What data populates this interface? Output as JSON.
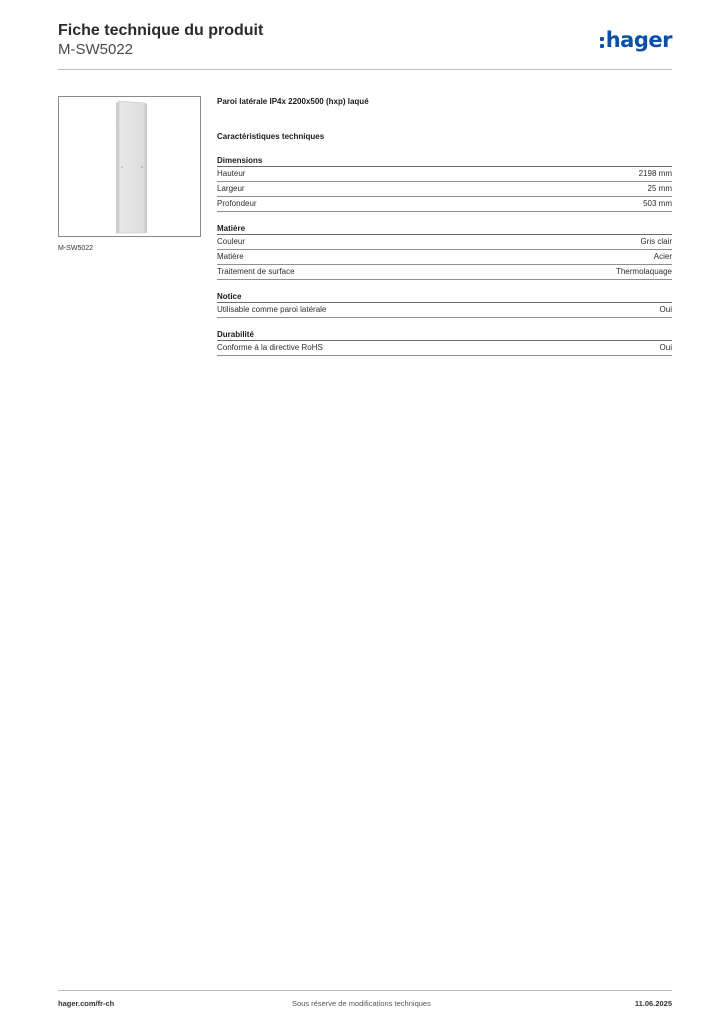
{
  "header": {
    "title": "Fiche technique du produit",
    "subtitle": "M-SW5022",
    "logo_text": "hager",
    "logo_color": "#0b4fa8"
  },
  "product": {
    "image_caption": "M-SW5022",
    "name": "Paroi latérale IP4x 2200x500 (hxp) laqué",
    "image_icon": "side-panel-image"
  },
  "specs_heading": "Caractéristiques techniques",
  "groups": [
    {
      "title": "Dimensions",
      "rows": [
        {
          "label": "Hauteur",
          "value": "2198 mm"
        },
        {
          "label": "Largeur",
          "value": "25 mm"
        },
        {
          "label": "Profondeur",
          "value": "503 mm"
        }
      ]
    },
    {
      "title": "Matière",
      "rows": [
        {
          "label": "Couleur",
          "value": "Gris clair"
        },
        {
          "label": "Matière",
          "value": "Acier"
        },
        {
          "label": "Traitement de surface",
          "value": "Thermolaquage"
        }
      ]
    },
    {
      "title": "Notice",
      "rows": [
        {
          "label": "Utilisable comme paroi latérale",
          "value": "Oui"
        }
      ]
    },
    {
      "title": "Durabilité",
      "rows": [
        {
          "label": "Conforme à la directive RoHS",
          "value": "Oui"
        }
      ]
    }
  ],
  "footer": {
    "website": "hager.com/fr-ch",
    "notice": "Sous réserve de modifications techniques",
    "date": "11.06.2025"
  }
}
